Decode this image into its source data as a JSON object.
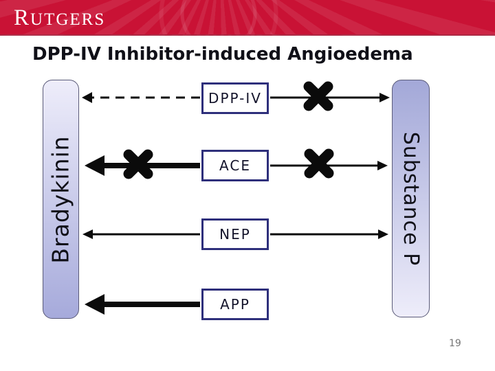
{
  "header": {
    "logo_text": "RUTGERS"
  },
  "slide": {
    "title": "DPP-IV Inhibitor-induced Angioedema",
    "page_number": "19"
  },
  "diagram": {
    "left_bar": {
      "label": "Bradykinin"
    },
    "right_bar": {
      "label": "Substance P"
    },
    "boxes": [
      {
        "id": "dpp-iv",
        "label": "DPP-IV"
      },
      {
        "id": "ace",
        "label": "ACE"
      },
      {
        "id": "nep",
        "label": "NEP"
      },
      {
        "id": "app",
        "label": "APP"
      }
    ],
    "relationships": [
      {
        "from": "DPP-IV",
        "to": "Bradykinin",
        "style": "dashed-thin-arrow",
        "blocked": false
      },
      {
        "from": "DPP-IV",
        "to": "Substance P",
        "style": "thin-arrow",
        "blocked": true
      },
      {
        "from": "ACE",
        "to": "Bradykinin",
        "style": "thick-arrow",
        "blocked": true
      },
      {
        "from": "ACE",
        "to": "Substance P",
        "style": "thin-arrow",
        "blocked": true
      },
      {
        "from": "NEP",
        "to": "Bradykinin",
        "style": "thin-arrow",
        "blocked": false
      },
      {
        "from": "NEP",
        "to": "Substance P",
        "style": "thin-arrow",
        "blocked": false
      },
      {
        "from": "APP",
        "to": "Bradykinin",
        "style": "thick-arrow",
        "blocked": false
      }
    ],
    "colors": {
      "banner_red": "#C91235",
      "box_border_navy": "#2E2F7B",
      "bar_fill_light": "#EEEDFA",
      "bar_fill_dark": "#A6AADB",
      "arrow_black": "#0B0B0B",
      "title_text": "#101018",
      "page_number_gray": "#767676"
    }
  }
}
